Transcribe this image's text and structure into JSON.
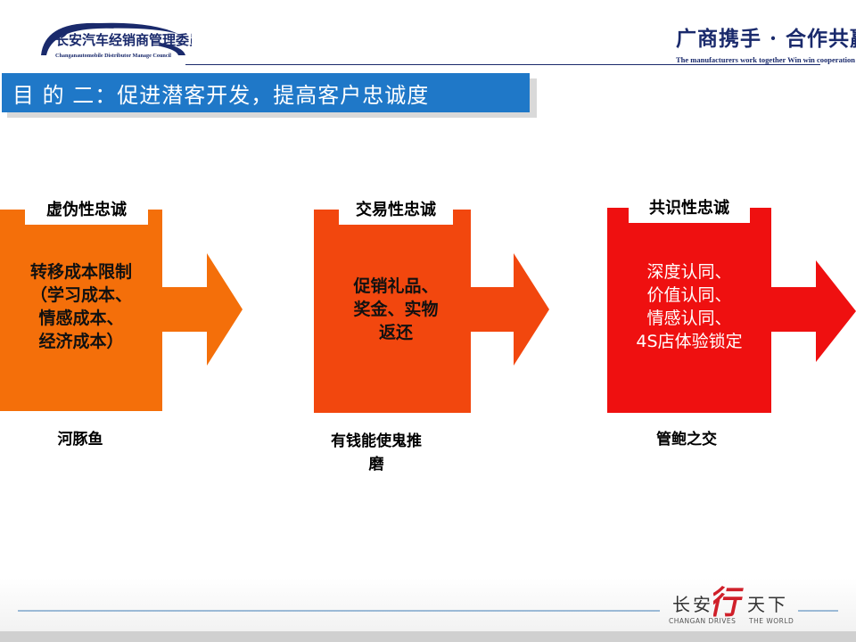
{
  "header": {
    "org_name_cn": "长安汽车经销商管理委员会",
    "org_name_en": "Changanautomobile Distributor Manage Council",
    "slogan_cn": "广商携手 · 合作共赢",
    "slogan_en": "The manufacturers work together Win win cooperation"
  },
  "title": "目 的 二：促进潜客开发，提高客户忠诚度",
  "colors": {
    "title_bar": "#1f78c8",
    "card1": "#f46f0a",
    "card2": "#f2470e",
    "card3": "#ef1010",
    "brand_navy": "#1a2a6c",
    "brand_red": "#d0202a"
  },
  "cards": [
    {
      "label": "虚伪性忠诚",
      "lines": [
        "转移成本限制",
        "（学习成本、",
        "情感成本、",
        "经济成本）"
      ],
      "caption": [
        "河豚鱼"
      ]
    },
    {
      "label": "交易性忠诚",
      "lines": [
        "促销礼品、",
        "奖金、实物",
        "返还"
      ],
      "caption": [
        "有钱能使鬼推",
        "磨"
      ]
    },
    {
      "label": "共识性忠诚",
      "lines": [
        "深度认同、",
        "价值认同、",
        "情感认同、",
        "4S店体验锁定"
      ],
      "caption": [
        "管鲍之交"
      ]
    }
  ],
  "footer": {
    "brand_cn_left": "长安",
    "brand_cn_mid": "行",
    "brand_cn_right": "天下",
    "brand_en_left": "CHANGAN DRIVES",
    "brand_en_right": "THE WORLD"
  }
}
